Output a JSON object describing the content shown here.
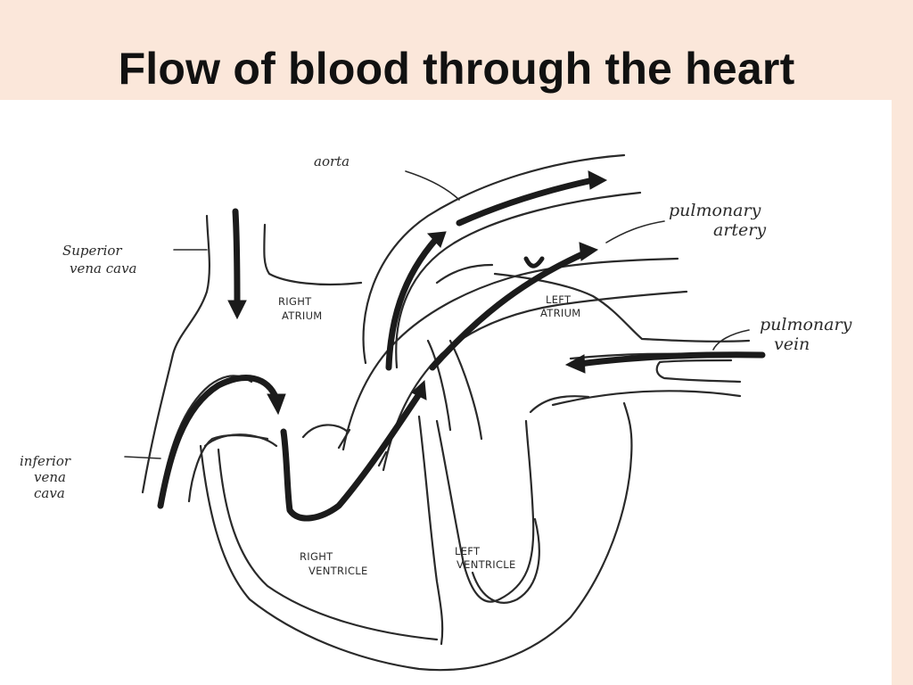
{
  "slide": {
    "title": "Flow of blood through the heart",
    "background_color": "#fbe7da",
    "panel_color": "#ffffff"
  },
  "diagram": {
    "labels": {
      "aorta": "aorta",
      "pulmonary_artery_1": "pulmonary",
      "pulmonary_artery_2": "artery",
      "superior_vena_cava_1": "Superior",
      "superior_vena_cava_2": "vena cava",
      "right_atrium_1": "RIGHT",
      "right_atrium_2": "ATRIUM",
      "left_atrium_1": "LEFT",
      "left_atrium_2": "ATRIUM",
      "pulmonary_vein_1": "pulmonary",
      "pulmonary_vein_2": "vein",
      "inferior_vena_cava_1": "inferior",
      "inferior_vena_cava_2": "vena",
      "inferior_vena_cava_3": "cava",
      "right_ventricle_1": "RIGHT",
      "right_ventricle_2": "VENTRICLE",
      "left_ventricle_1": "LEFT",
      "left_ventricle_2": "VENTRICLE"
    }
  }
}
